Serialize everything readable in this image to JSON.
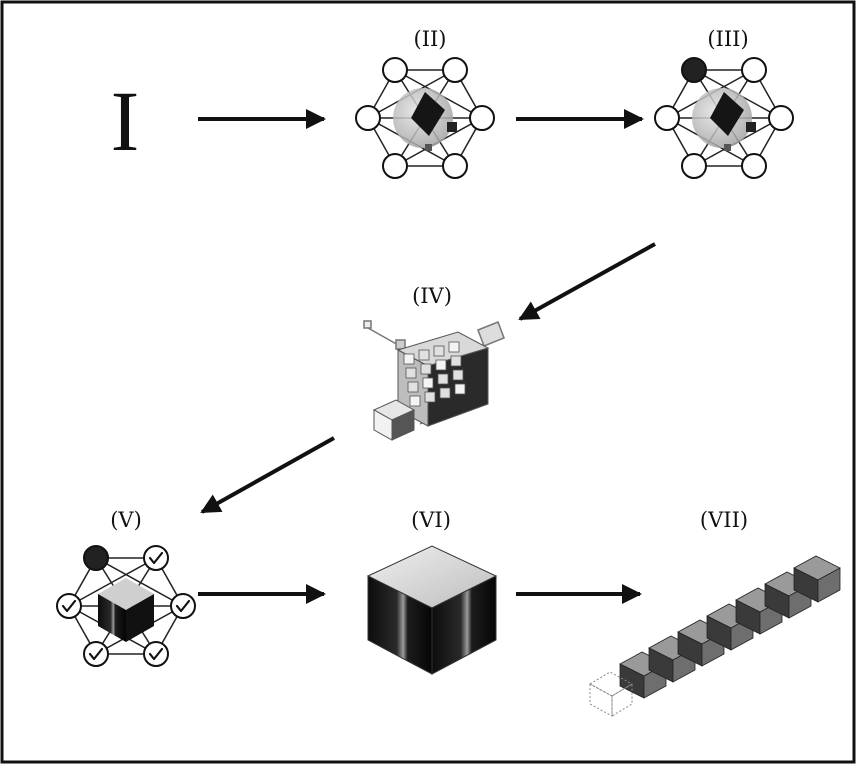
{
  "diagram": {
    "start_label": "I",
    "stages": [
      {
        "id": "II",
        "label": "(II)"
      },
      {
        "id": "III",
        "label": "(III)"
      },
      {
        "id": "IV",
        "label": "(IV)"
      },
      {
        "id": "V",
        "label": "(V)"
      },
      {
        "id": "VI",
        "label": "(VI)"
      },
      {
        "id": "VII",
        "label": "(VII)"
      }
    ]
  },
  "colors": {
    "border": "#111111",
    "node_fill": "#ffffff",
    "node_filled": "#222222",
    "arrow": "#111111",
    "cube_dark": "#1a1a1a",
    "cube_light": "#d8d8d8"
  }
}
